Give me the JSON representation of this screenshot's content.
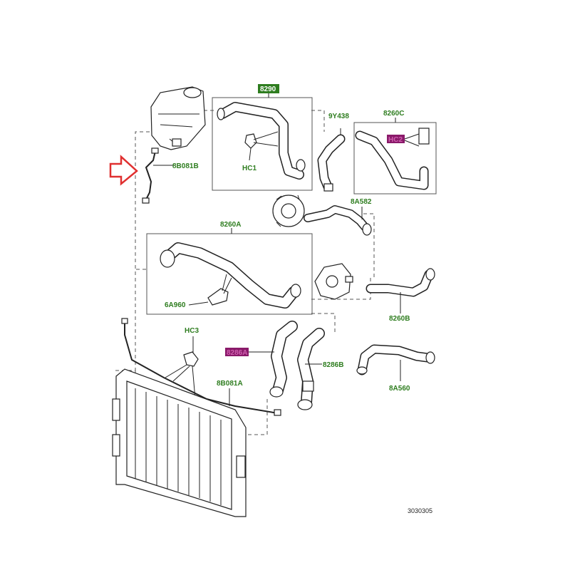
{
  "labels": {
    "kit_8290": "8290",
    "hc_1": "HC1",
    "p_9Y438": "9Y438",
    "p_8260C": "8260C",
    "hc_2": "HC2",
    "p_8B081B": "8B081B",
    "p_8A582": "8A582",
    "p_8260A": "8260A",
    "p_6A960": "6A960",
    "p_8260B": "8260B",
    "hc_3": "HC3",
    "p_8286A": "8286A",
    "p_8286B": "8286B",
    "p_8B081A": "8B081A",
    "p_8A560": "8A560"
  },
  "reference_number": "3030305",
  "colors": {
    "label_green": "#2e7d1f",
    "highlight_magenta": "#8a1a6a",
    "arrow_red": "#e03030"
  },
  "icons": {
    "pointer": "red-outline-arrow-right"
  }
}
